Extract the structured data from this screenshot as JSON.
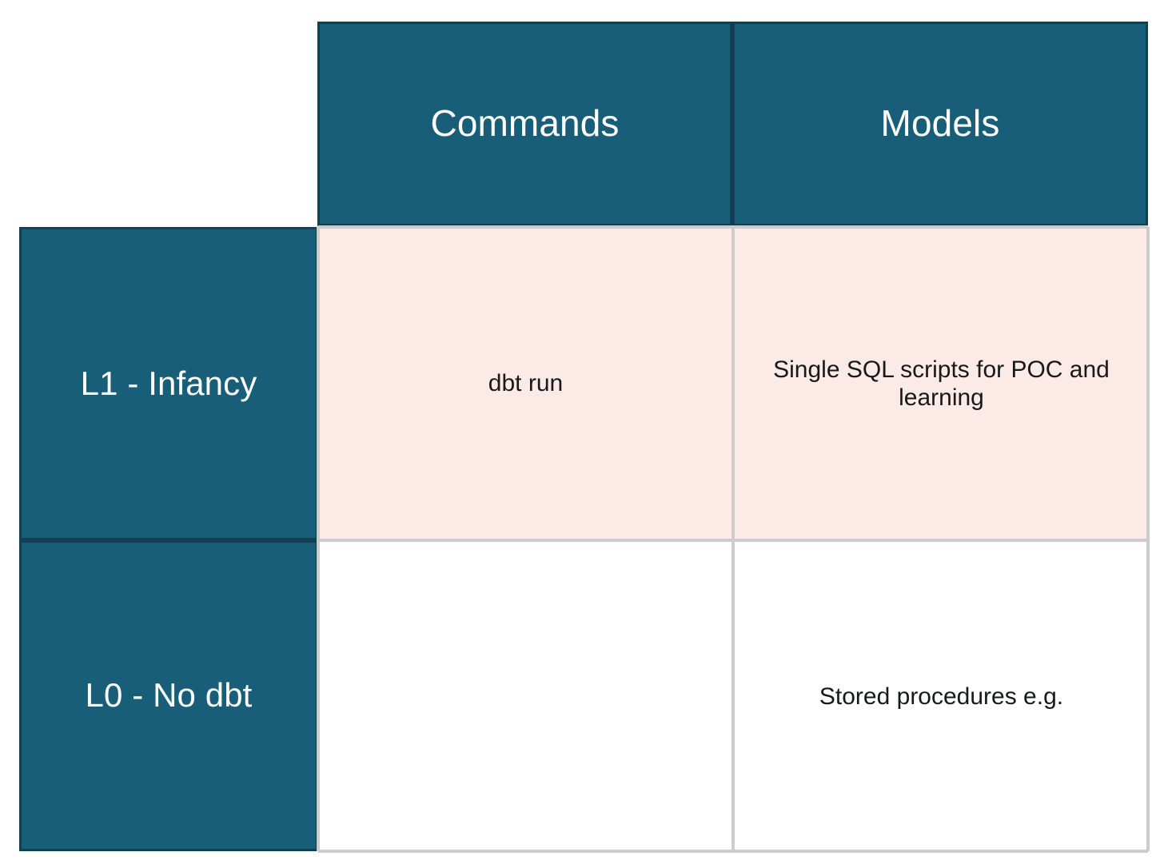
{
  "matrix": {
    "corner_label": "",
    "column_headers": [
      {
        "id": "commands",
        "label": "Commands"
      },
      {
        "id": "models",
        "label": "Models"
      }
    ],
    "rows": [
      {
        "id": "l1-infancy",
        "header": "L1 - Infancy",
        "highlighted": true,
        "cells": [
          {
            "column": "commands",
            "text": "dbt run"
          },
          {
            "column": "models",
            "text": "Single SQL scripts for POC and learning"
          }
        ]
      },
      {
        "id": "l0-no-dbt",
        "header": "L0 - No dbt",
        "highlighted": false,
        "cells": [
          {
            "column": "commands",
            "text": ""
          },
          {
            "column": "models",
            "text": "Stored procedures e.g."
          }
        ]
      }
    ]
  },
  "colors": {
    "header_fill": "#195E78",
    "header_border": "#123F52",
    "header_text": "#FFFFFF",
    "highlight_row_fill": "#FBEAE6",
    "plain_row_fill": "#FFFFFF",
    "grid_line": "#CCCCCC",
    "body_text": "#17191C"
  }
}
